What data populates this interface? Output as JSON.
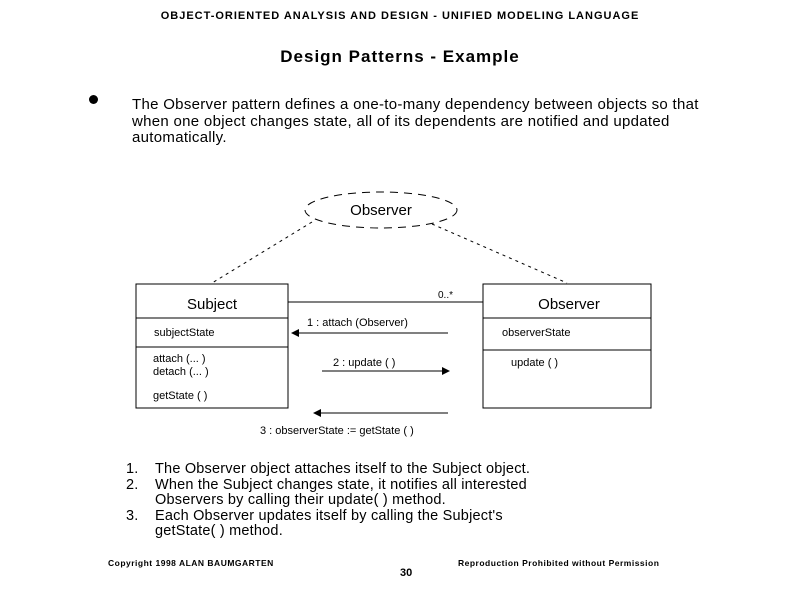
{
  "header": {
    "course_title": "OBJECT-ORIENTED ANALYSIS AND DESIGN - UNIFIED MODELING LANGUAGE"
  },
  "slide": {
    "title": "Design Patterns - Example",
    "bullet": "The Observer pattern defines a one-to-many dependency between objects so that when one object changes state, all of its dependents are notified and updated automatically."
  },
  "diagram": {
    "collaboration_label": "Observer",
    "subject_class": {
      "name": "Subject",
      "attributes": [
        "subjectState"
      ],
      "operations": [
        "attach (... )",
        "detach (... )",
        "getState ( )"
      ]
    },
    "observer_class": {
      "name": "Observer",
      "attributes": [
        "observerState"
      ],
      "operations": [
        "update ( )"
      ]
    },
    "association_multiplicity": "0..*",
    "messages": [
      "1 : attach (Observer)",
      "2 : update ( )",
      "3 : observerState := getState ( )"
    ]
  },
  "steps": [
    {
      "number": "1.",
      "lines": [
        "The Observer object attaches itself to the Subject object."
      ]
    },
    {
      "number": "2.",
      "lines": [
        "When the Subject changes state, it notifies all interested",
        "Observers by calling their update( ) method."
      ]
    },
    {
      "number": "3.",
      "lines": [
        "Each Observer updates itself by calling the Subject's",
        "getState( ) method."
      ]
    }
  ],
  "footer": {
    "copyright": "Copyright 1998 ALAN BAUMGARTEN",
    "page_number": "30",
    "notice": "Reproduction Prohibited without Permission"
  }
}
